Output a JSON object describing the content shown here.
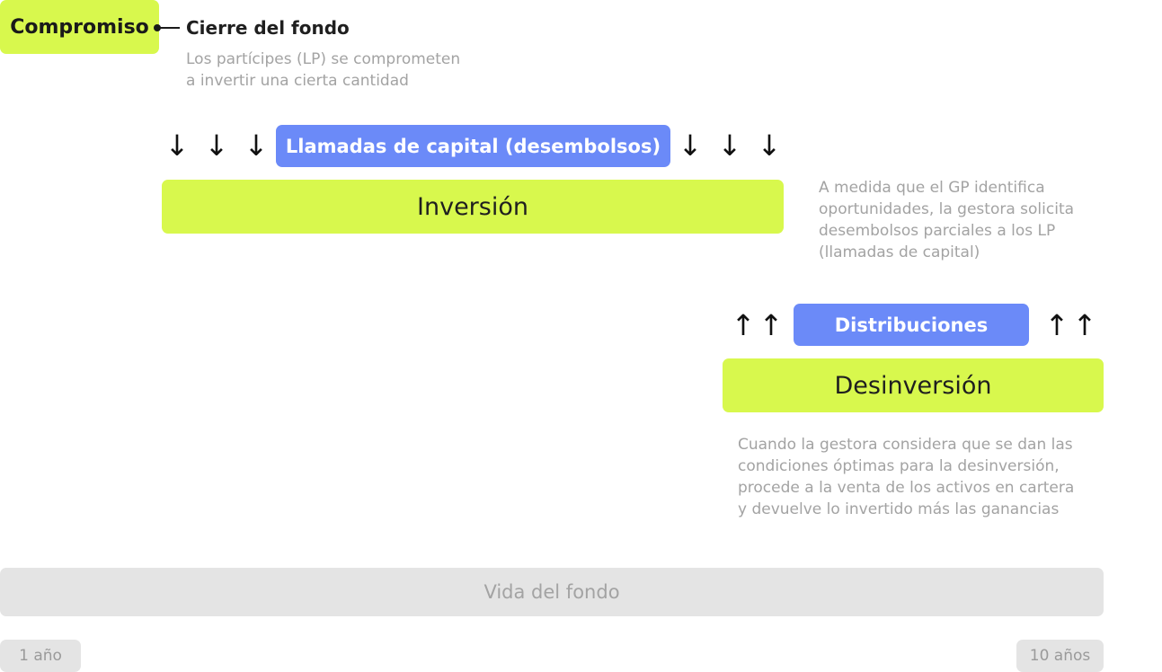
{
  "commitment": {
    "badge": "Compromiso",
    "title": "Cierre del fondo",
    "desc_line1": "Los partícipes (LP) se comprometen",
    "desc_line2": "a invertir una cierta cantidad"
  },
  "investment": {
    "capital_calls_label": "Llamadas de capital (desembolsos)",
    "bar_label": "Inversión",
    "desc_lines": [
      "A medida que el GP identifica",
      "oportunidades, la gestora solicita",
      "desembolsos parciales a los LP",
      "(llamadas de capital)"
    ],
    "arrow_glyph": "↓"
  },
  "divestment": {
    "distributions_label": "Distribuciones",
    "bar_label": "Desinversión",
    "desc_lines": [
      "Cuando la gestora considera que se dan las",
      "condiciones óptimas para la desinversión,",
      "procede a la venta de los activos en cartera",
      "y devuelve lo invertido más las ganancias"
    ],
    "arrow_glyph": "↑"
  },
  "timeline": {
    "bar_label": "Vida del fondo",
    "start_label": "1 año",
    "end_label": "10 años"
  },
  "colors": {
    "accent_lime": "#d8f84d",
    "accent_blue": "#6b8af8",
    "muted_gray": "#e4e4e4"
  }
}
